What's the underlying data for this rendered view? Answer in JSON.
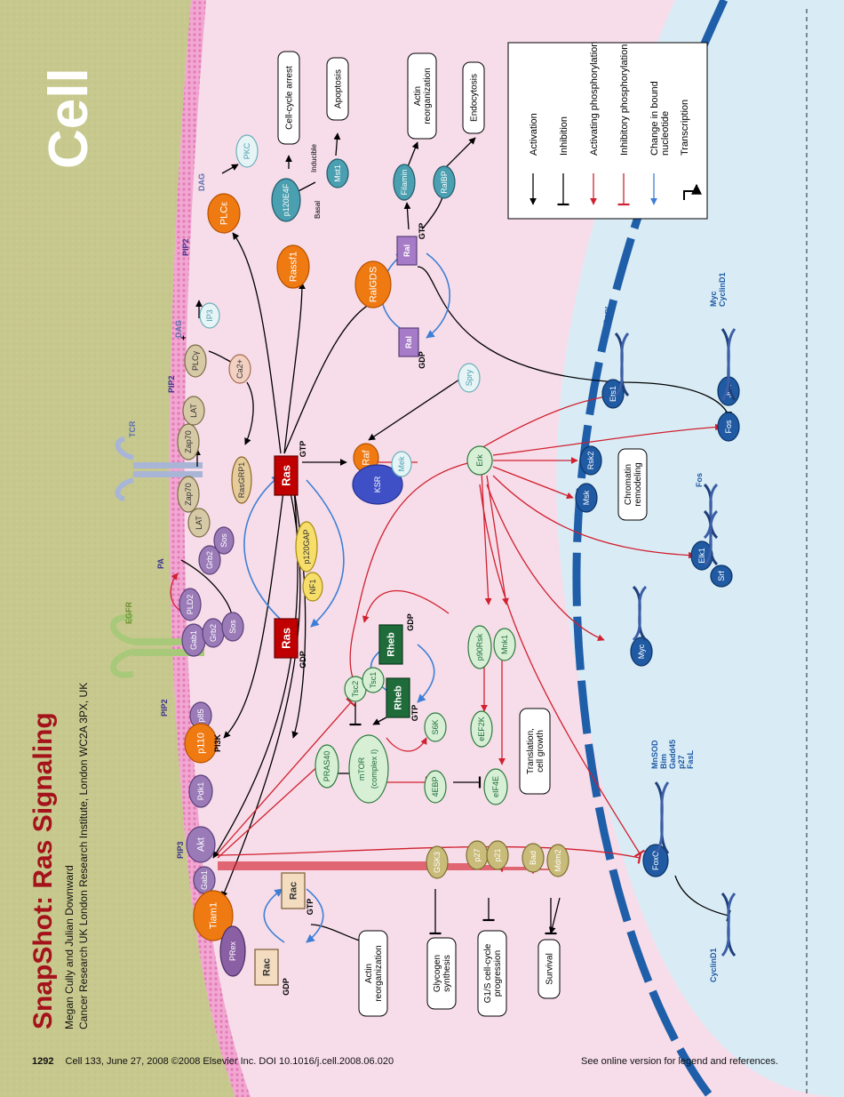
{
  "header": {
    "journal_logo": "Cell",
    "title": "SnapShot: Ras Signaling",
    "authors": "Megan Cully and Julian Downward",
    "affiliation": "Cancer Research UK London Research Institute, London WC2A 3PX, UK"
  },
  "footer": {
    "page": "1292",
    "citation": "Cell 133, June 27, 2008 ©2008 Elsevier Inc.    DOI 10.1016/j.cell.2008.06.020",
    "note": "See online version for legend and references."
  },
  "legend": {
    "items": [
      "Activation",
      "Inhibition",
      "Activating phosphorylation",
      "Inhibitory phosphorylation",
      "Change in bound nucleotide",
      "Transcription"
    ]
  },
  "receptors": {
    "egfr": "EGFR",
    "tcr": "TCR"
  },
  "lipids": {
    "pip2": "PIP2",
    "pip3": "PIP3",
    "pa": "PA",
    "dag": "DAG"
  },
  "ras": {
    "gtp_label": "Ras",
    "gdp_label": "Ras",
    "gtp": "GTP",
    "gdp": "GDP"
  },
  "nodes": {
    "gab1_top": "Gab1",
    "grb2_top": "Grb2",
    "sos_top": "Sos",
    "pld2": "PLD2",
    "grb2_mid": "Grb2",
    "sos_mid": "Sos",
    "lat1": "LAT",
    "zap70_1": "Zap70",
    "zap70_2": "Zap70",
    "lat2": "LAT",
    "plcg": "PLCγ",
    "ip3": "IP3",
    "ca": "Ca2+",
    "rasgrp1": "RasGRP1",
    "p85": "p85",
    "p110": "p110",
    "pi3k": "PI3K",
    "nf1": "NF1",
    "p120gap": "p120GAP",
    "pdk1": "Pdk1",
    "akt": "Akt",
    "gab1_low": "Gab1",
    "tiam1": "Tiam1",
    "prex": "PRex",
    "plce": "PLCε",
    "pkc": "PKC",
    "rassf1": "Rassf1",
    "p120e4f": "p120E4F",
    "mst1": "Mst1",
    "ralgds": "RalGDS",
    "ral_gtp": "Ral",
    "ral_gdp": "Ral",
    "filamin": "Filamin",
    "ralbp": "RalBP",
    "raf": "Raf",
    "mek": "Mek",
    "ksr": "KSR",
    "spry": "Spry",
    "erk": "Erk",
    "rheb_gdp": "Rheb",
    "rheb_gtp": "Rheb",
    "tsc2": "Tsc2",
    "tsc1": "Tsc1",
    "pras40": "PRAS40",
    "mtor": "mTOR",
    "mtor2": "(complex I)",
    "s6k": "S6K",
    "ebp": "4EBP",
    "eif4e": "eIF4E",
    "eef2k": "eEF2K",
    "p90rsk": "p90Rsk",
    "mnk1": "Mnk1",
    "gsk3": "GSK3",
    "p27": "p27",
    "p21": "p21",
    "bad": "Bad",
    "mdm2": "Mdm2",
    "rac_gtp": "Rac",
    "rac_gdp": "Rac",
    "ets1": "Ets1",
    "msk": "Msk",
    "rsk2": "Rsk2",
    "elk1": "Elk1",
    "srf": "Srf",
    "myc": "Myc",
    "fos": "Fos",
    "jun": "Jun",
    "foxo": "FoxO"
  },
  "states": {
    "gtp": "GTP",
    "gdp": "GDP",
    "basal": "Basal",
    "inducible": "Inducible",
    "plus": "+"
  },
  "outcomes": {
    "cell_cycle_arrest": "Cell-cycle arrest",
    "apoptosis": "Apoptosis",
    "actin_reorg": "Actin\nreorganization",
    "endocytosis": "Endocytosis",
    "chromatin": "Chromatin\nremodeling",
    "translation": "Translation,\ncell growth",
    "glycogen": "Glycogen\nsynthesis",
    "g1s": "G1/S cell-cycle\nprogression",
    "survival": "Survival",
    "actin_reorg2": "Actin\nreorganization"
  },
  "genes": {
    "spry": "Spry",
    "myc_cyclin": "Myc\nCyclinD1",
    "fos": "Fos",
    "foxo_targets": "MnSOD\nBim\nGadd45\np27\nFasL",
    "cyclind1": "CyclinD1"
  },
  "colors": {
    "extracellular": "#c8c98f",
    "cytoplasm": "#f7dde9",
    "nucleus": "#d9ecf6",
    "membrane": "#ee94c8",
    "nuclear_envelope": "#1f5ea8",
    "ras_red": "#c00000",
    "akt_purple": "#8b6aa8",
    "orange": "#f07a12",
    "teal": "#4a9fb0",
    "green_node": "#d7f0d5",
    "dark_green": "#1f6b3a",
    "navy": "#1f5aa3",
    "title_red": "#a4121b",
    "red_arrow": "#d1202f",
    "blue_arrow": "#3d7fd6"
  }
}
